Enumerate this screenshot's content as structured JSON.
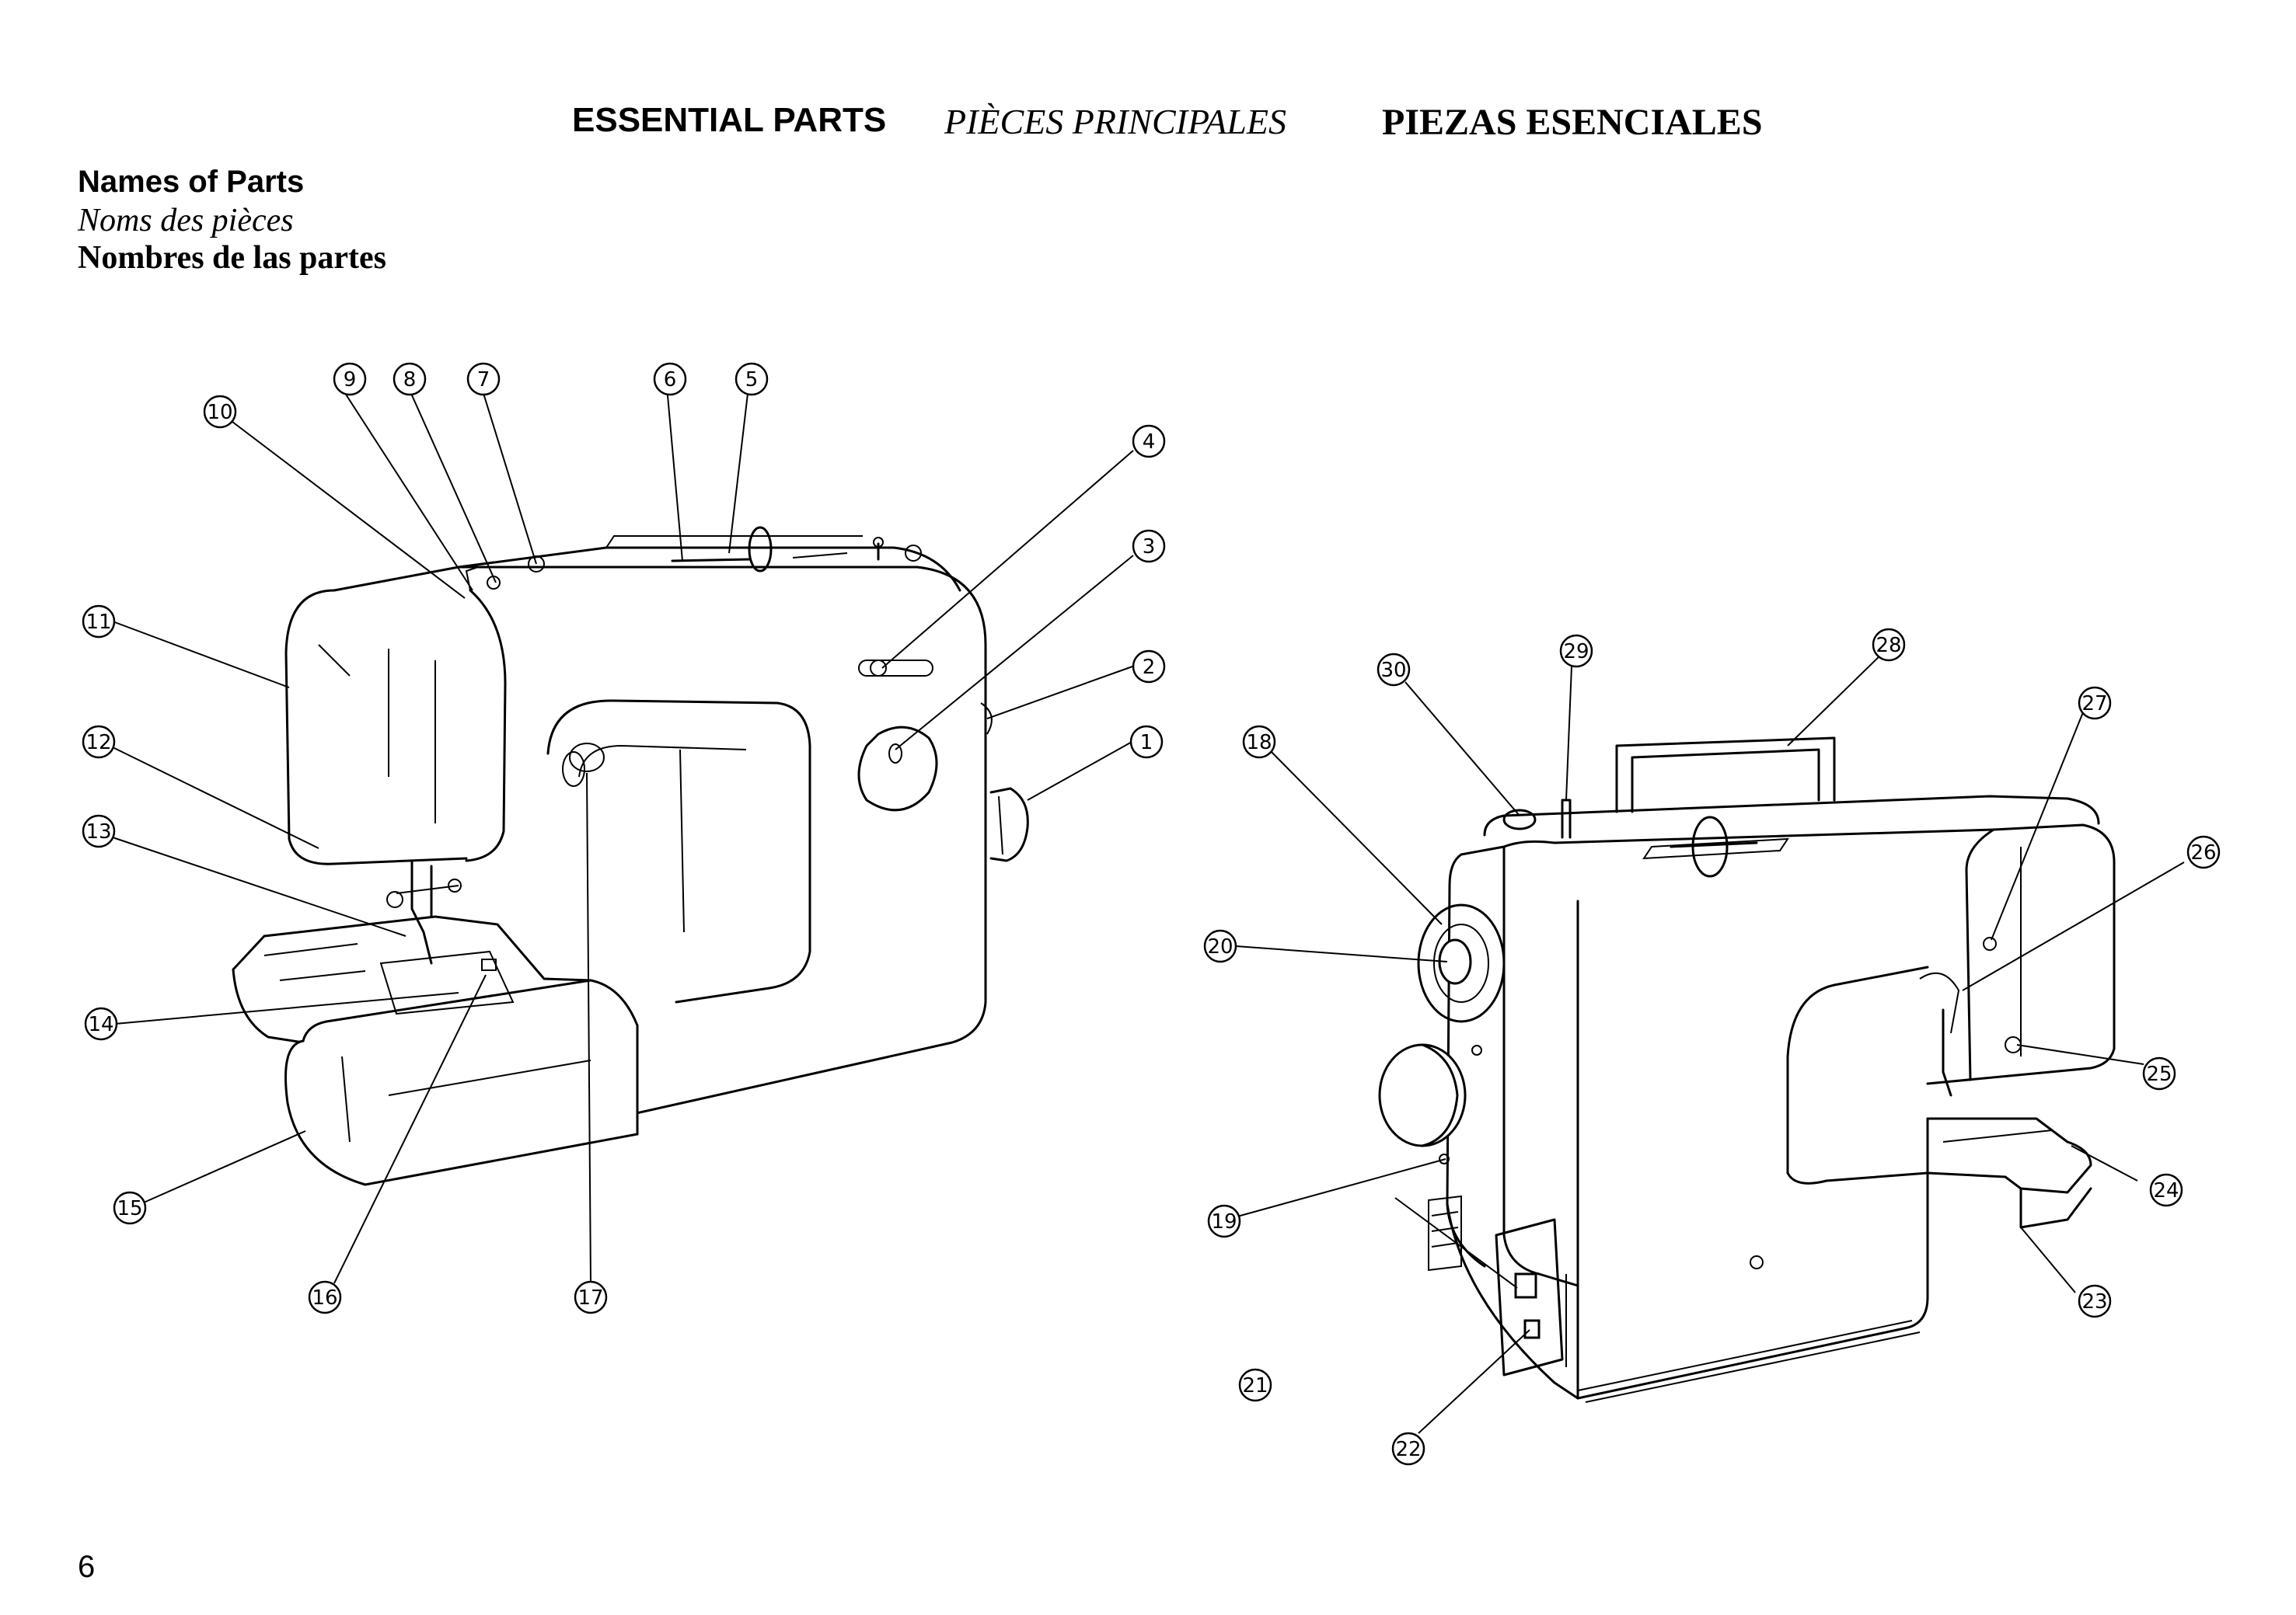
{
  "header": {
    "title_en": "ESSENTIAL PARTS",
    "title_fr": "PIÈCES PRINCIPALES",
    "title_es": "PIEZAS ESENCIALES"
  },
  "subheader": {
    "en": "Names of Parts",
    "fr": "Noms des pièces",
    "es": "Nombres de las partes"
  },
  "callouts": {
    "c1": "1",
    "c2": "2",
    "c3": "3",
    "c4": "4",
    "c5": "5",
    "c6": "6",
    "c7": "7",
    "c8": "8",
    "c9": "9",
    "c10": "10",
    "c11": "11",
    "c12": "12",
    "c13": "13",
    "c14": "14",
    "c15": "15",
    "c16": "16",
    "c17": "17",
    "c18": "18",
    "c19": "19",
    "c20": "20",
    "c21": "21",
    "c22": "22",
    "c23": "23",
    "c24": "24",
    "c25": "25",
    "c26": "26",
    "c27": "27",
    "c28": "28",
    "c29": "29",
    "c30": "30"
  },
  "footer": {
    "page_number": "6"
  }
}
